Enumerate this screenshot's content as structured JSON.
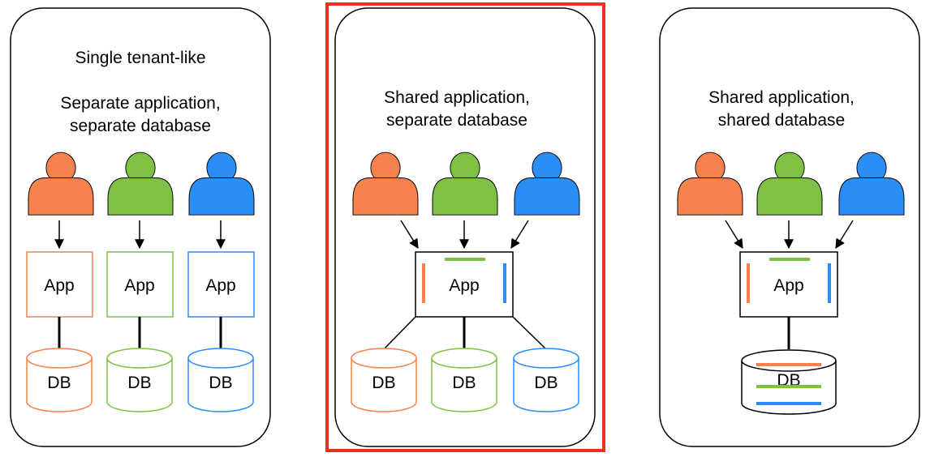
{
  "colors": {
    "orange": "#f5814f",
    "green": "#7fc143",
    "blue": "#2b8ef5",
    "highlight": "#e8321f"
  },
  "panels": [
    {
      "title_lines": [
        "Single tenant-like",
        "",
        "Separate application,",
        "separate database"
      ],
      "app_label": "App",
      "db_label": "DB",
      "highlighted": false
    },
    {
      "title_lines": [
        "Shared application,",
        "separate database"
      ],
      "app_label": "App",
      "db_label": "DB",
      "highlighted": true
    },
    {
      "title_lines": [
        "Shared application,",
        "shared database"
      ],
      "app_label": "App",
      "db_label": "DB",
      "highlighted": false
    }
  ],
  "tenants": [
    "tenant-orange",
    "tenant-green",
    "tenant-blue"
  ]
}
